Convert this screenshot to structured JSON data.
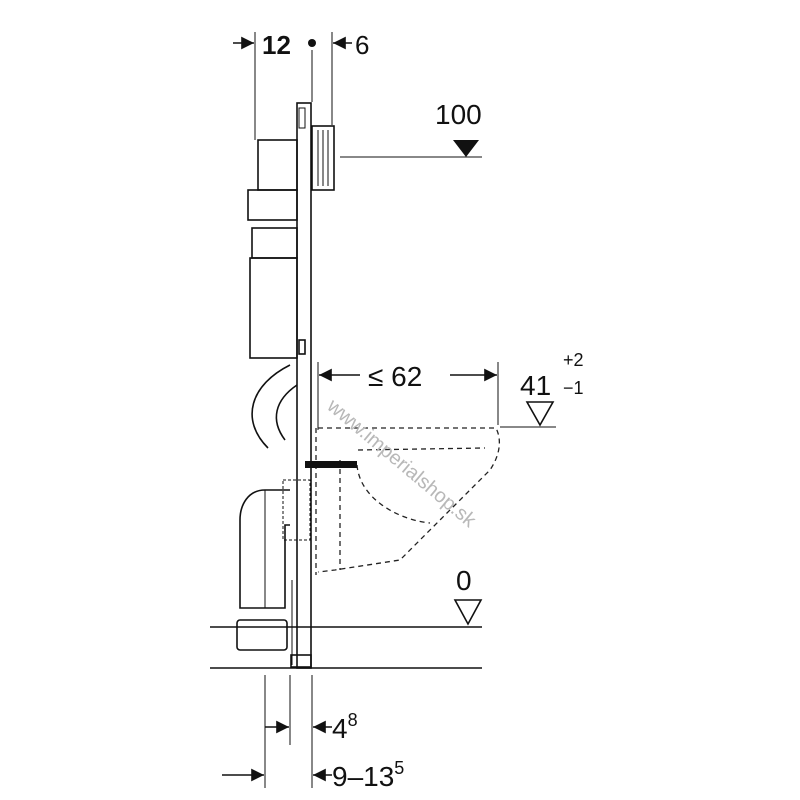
{
  "dimensions": {
    "frame_depth": "12",
    "plate_offset": "6",
    "actuator_height": "100",
    "wc_projection": "≤ 62",
    "seat_height": "41",
    "seat_tol_plus": "+2",
    "seat_tol_minus": "−1",
    "floor_level": "0",
    "foot_base": "4",
    "foot_sup": "8",
    "adjust_base": "9–13",
    "adjust_sup": "5"
  },
  "watermark": "www.imperialshop.sk",
  "colors": {
    "line": "#111111",
    "watermark": "#b8b8b8"
  }
}
